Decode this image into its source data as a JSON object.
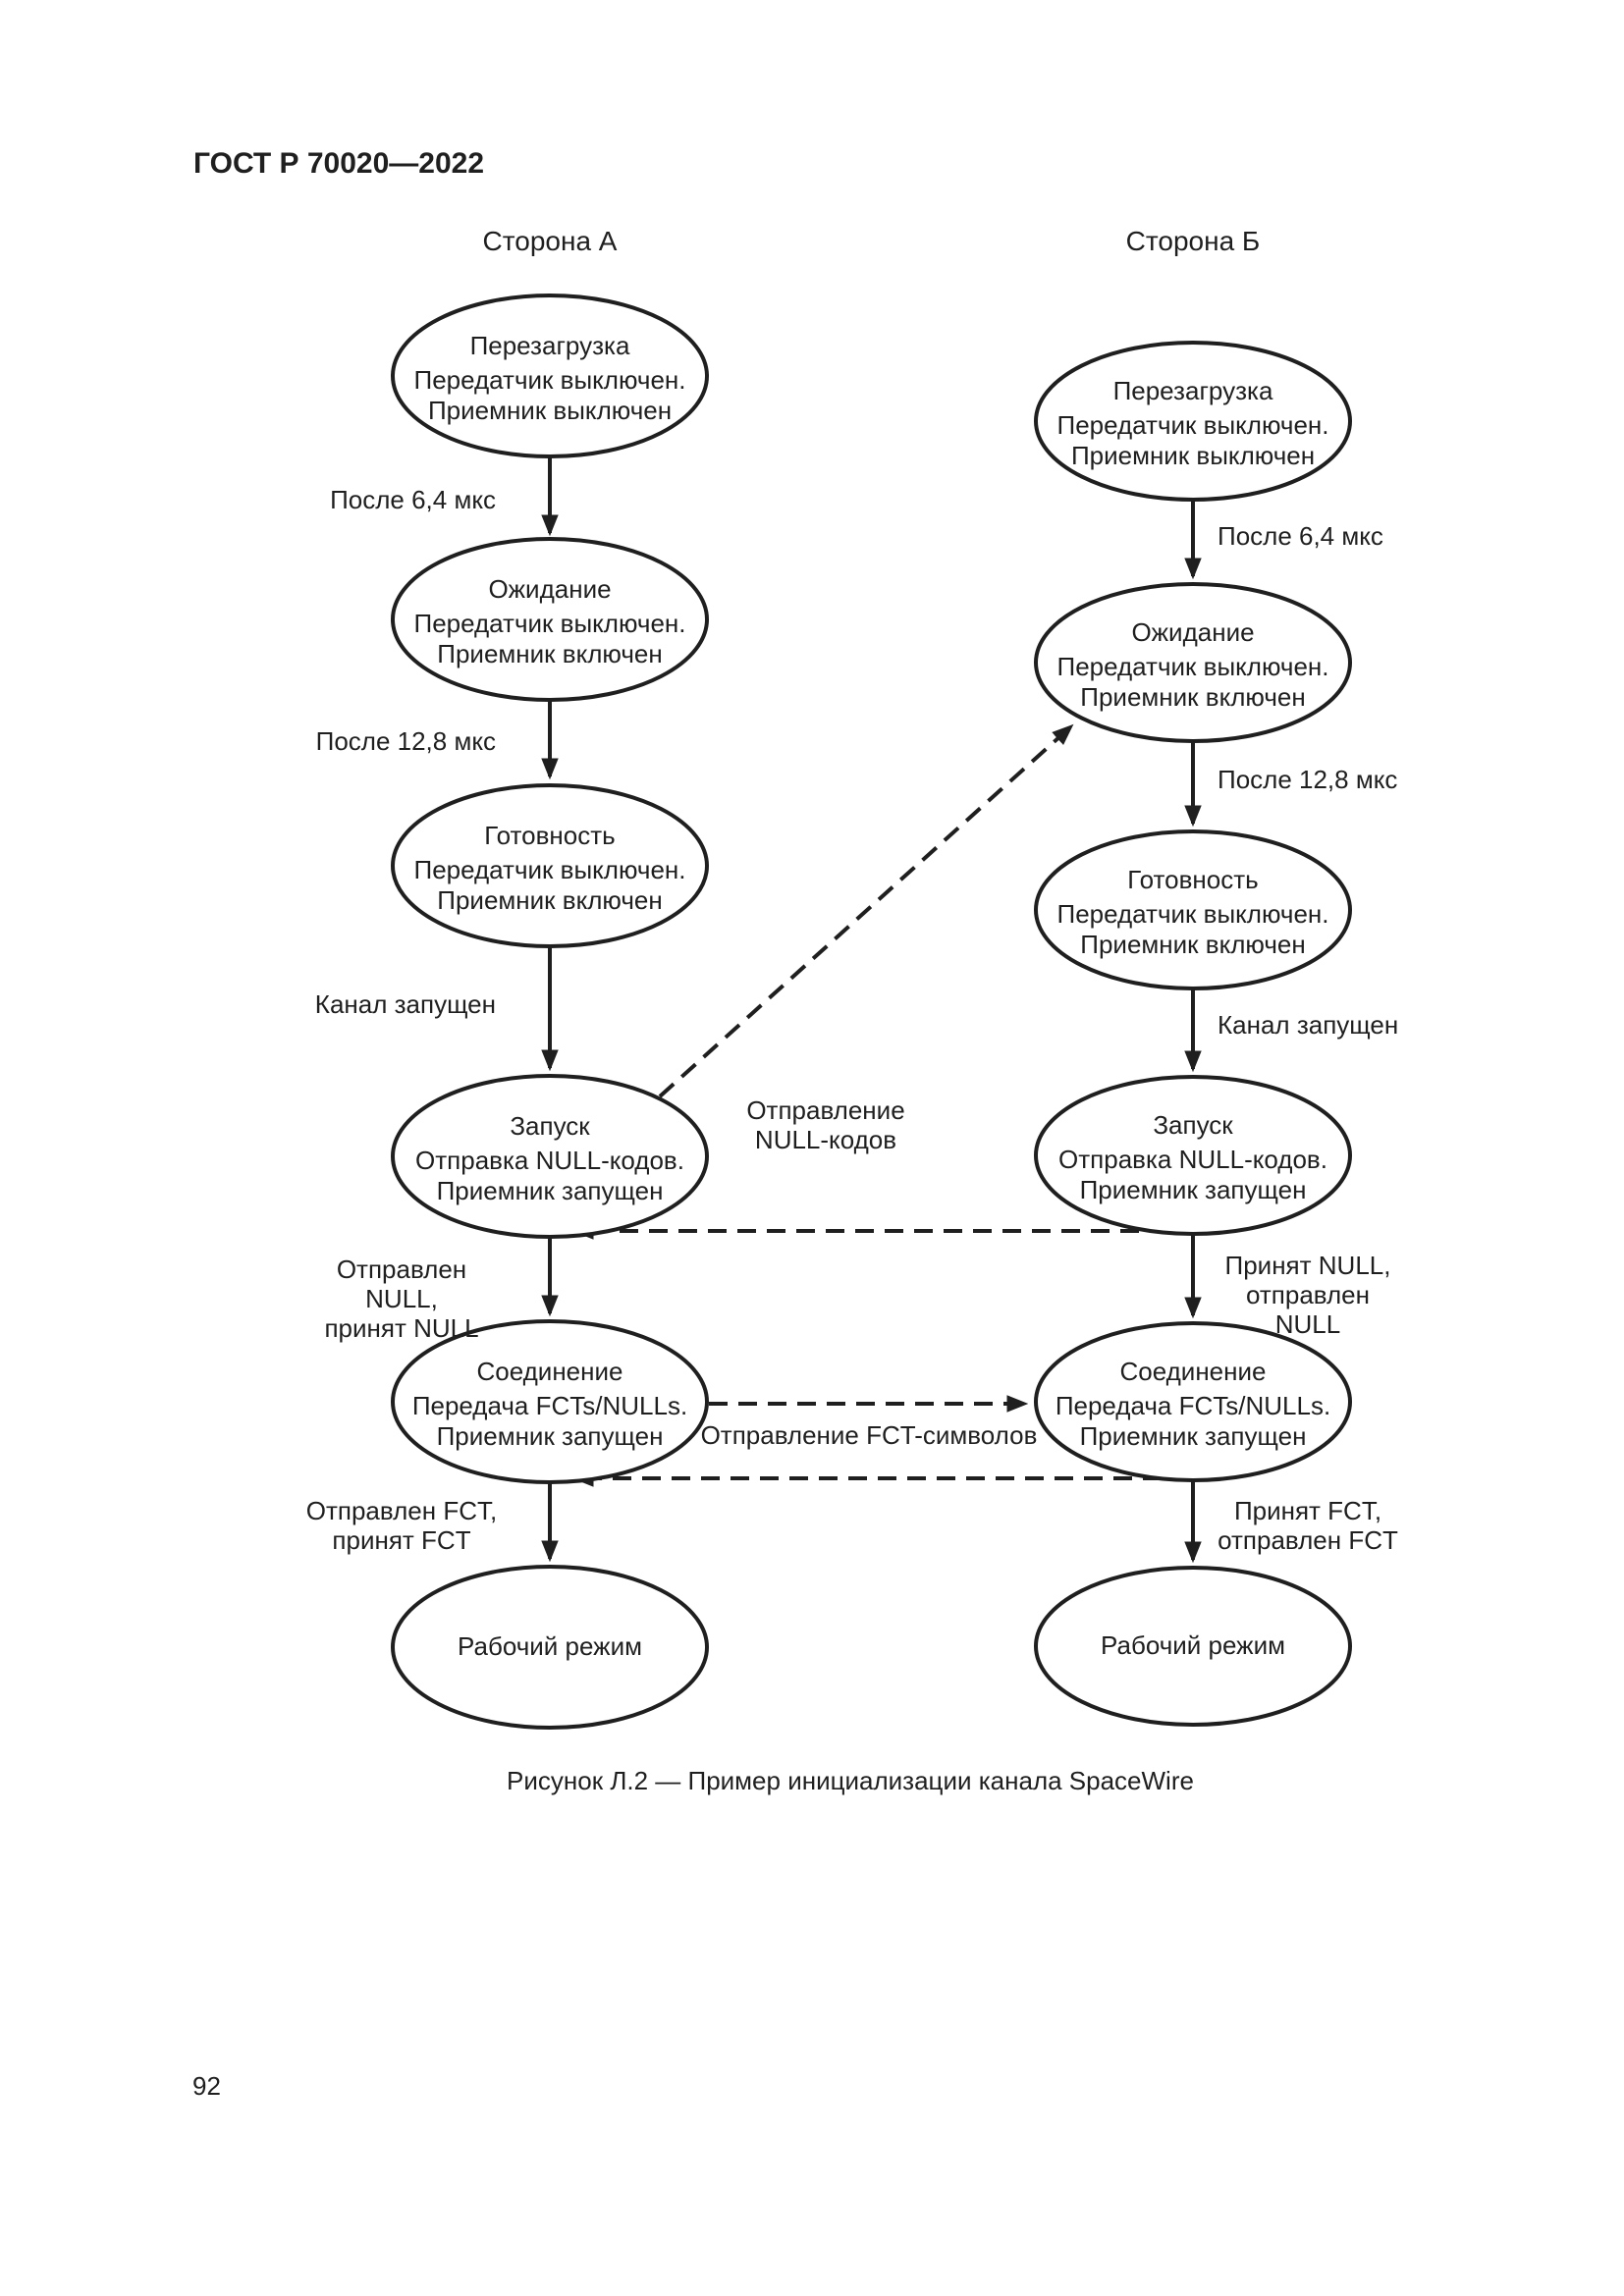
{
  "header": {
    "doc_code": "ГОСТ Р 70020—2022"
  },
  "figure": {
    "caption": "Рисунок Л.2 — Пример инициализации канала SpaceWire",
    "side_a": {
      "title": "Сторона А",
      "states": [
        {
          "name": "Перезагрузка",
          "line1": "Передатчик выключен.",
          "line2": "Приемник выключен"
        },
        {
          "name": "Ожидание",
          "line1": "Передатчик выключен.",
          "line2": "Приемник включен"
        },
        {
          "name": "Готовность",
          "line1": "Передатчик выключен.",
          "line2": "Приемник включен"
        },
        {
          "name": "Запуск",
          "line1": "Отправка NULL-кодов.",
          "line2": "Приемник запущен"
        },
        {
          "name": "Соединение",
          "line1": "Передача FCTs/NULLs.",
          "line2": "Приемник запущен"
        },
        {
          "name": "Рабочий режим"
        }
      ],
      "transitions": [
        {
          "label": "После 6,4 мкс"
        },
        {
          "label": "После 12,8 мкс"
        },
        {
          "label": "Канал запущен"
        },
        {
          "line1": "Отправлен NULL,",
          "line2": "принят NULL"
        },
        {
          "line1": "Отправлен FCT,",
          "line2": "принят FCT"
        }
      ]
    },
    "side_b": {
      "title": "Сторона Б",
      "states": [
        {
          "name": "Перезагрузка",
          "line1": "Передатчик выключен.",
          "line2": "Приемник выключен"
        },
        {
          "name": "Ожидание",
          "line1": "Передатчик выключен.",
          "line2": "Приемник включен"
        },
        {
          "name": "Готовность",
          "line1": "Передатчик выключен.",
          "line2": "Приемник включен"
        },
        {
          "name": "Запуск",
          "line1": "Отправка NULL-кодов.",
          "line2": "Приемник запущен"
        },
        {
          "name": "Соединение",
          "line1": "Передача FCTs/NULLs.",
          "line2": "Приемник запущен"
        },
        {
          "name": "Рабочий режим"
        }
      ],
      "transitions": [
        {
          "label": "После 6,4 мкс"
        },
        {
          "label": "После 12,8 мкс"
        },
        {
          "label": "Канал запущен"
        },
        {
          "line1": "Принят NULL,",
          "line2": "отправлен NULL"
        },
        {
          "line1": "Принят FCT,",
          "line2": "отправлен FCT"
        }
      ]
    },
    "exchange": {
      "null_codes": {
        "line1": "Отправление",
        "line2": "NULL-кодов"
      },
      "fct": {
        "label": "Отправление FCT-символов"
      }
    }
  },
  "footer": {
    "page_number": "92"
  },
  "colors": {
    "ink": "#1f1f1f",
    "background": "#ffffff"
  }
}
